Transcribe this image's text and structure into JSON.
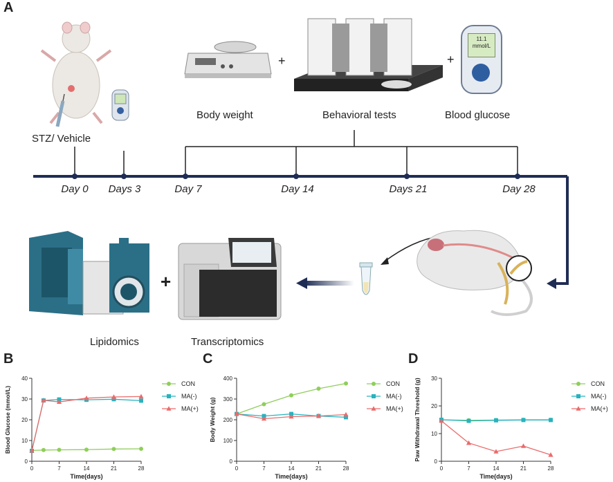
{
  "panels": {
    "a": "A",
    "b": "B",
    "c": "C",
    "d": "D"
  },
  "schematic": {
    "stz_label": "STZ/ Vehicle",
    "body_weight": "Body weight",
    "behavioral": "Behavioral tests",
    "blood_glucose": "Blood glucose",
    "glucometer_reading": "11.1",
    "glucometer_unit": "mmol/L",
    "plus": "+",
    "days": [
      "Day 0",
      "Days 3",
      "Day 7",
      "Day 14",
      "Days 21",
      "Day 28"
    ],
    "lipidomics": "Lipidomics",
    "transcriptomics": "Transcriptomics",
    "colors": {
      "timeline": "#1f2d55",
      "instrument_teal": "#2b6f87"
    }
  },
  "chart_data": [
    {
      "type": "line",
      "ylabel": "Blood Glucose (mmol/L)",
      "xlabel": "Time(days)",
      "x": [
        0,
        3,
        7,
        14,
        21,
        28
      ],
      "xticks": [
        0,
        7,
        14,
        21,
        28
      ],
      "yticks": [
        0,
        10,
        20,
        30,
        40
      ],
      "ylim": [
        0,
        40
      ],
      "xlim": [
        0,
        28
      ],
      "legend": "right",
      "series": [
        {
          "name": "CON",
          "color": "#8fce5a",
          "marker": "circle",
          "values": [
            5.2,
            5.4,
            5.5,
            5.6,
            5.9,
            6.0
          ]
        },
        {
          "name": "MA(-)",
          "color": "#27b3bf",
          "marker": "square",
          "values": [
            5.0,
            29.3,
            29.8,
            29.6,
            29.9,
            29.2
          ]
        },
        {
          "name": "MA(+)",
          "color": "#ea6b6b",
          "marker": "triangle",
          "values": [
            5.1,
            29.4,
            28.6,
            30.4,
            31.0,
            31.2
          ]
        }
      ]
    },
    {
      "type": "line",
      "ylabel": "Body Weight (g)",
      "xlabel": "Time(days)",
      "x": [
        0,
        7,
        14,
        21,
        28
      ],
      "xticks": [
        0,
        7,
        14,
        21,
        28
      ],
      "yticks": [
        0,
        100,
        200,
        300,
        400
      ],
      "ylim": [
        0,
        400
      ],
      "xlim": [
        0,
        28
      ],
      "legend": "right",
      "series": [
        {
          "name": "CON",
          "color": "#8fce5a",
          "marker": "circle",
          "values": [
            228,
            275,
            318,
            350,
            375
          ]
        },
        {
          "name": "MA(-)",
          "color": "#27b3bf",
          "marker": "square",
          "values": [
            228,
            218,
            228,
            218,
            212
          ]
        },
        {
          "name": "MA(+)",
          "color": "#ea6b6b",
          "marker": "triangle",
          "values": [
            228,
            205,
            215,
            218,
            225
          ]
        }
      ]
    },
    {
      "type": "line",
      "ylabel": "Paw Withdrawal Threshold (g)",
      "xlabel": "Time(days)",
      "x": [
        0,
        7,
        14,
        21,
        28
      ],
      "xticks": [
        0,
        7,
        14,
        21,
        28
      ],
      "yticks": [
        0,
        10,
        20,
        30
      ],
      "ylim": [
        0,
        30
      ],
      "xlim": [
        0,
        28
      ],
      "legend": "right",
      "series": [
        {
          "name": "CON",
          "color": "#8fce5a",
          "marker": "circle",
          "values": [
            15.0,
            14.8,
            14.9,
            15.0,
            15.0
          ]
        },
        {
          "name": "MA(-)",
          "color": "#27b3bf",
          "marker": "square",
          "values": [
            15.0,
            14.6,
            14.8,
            14.9,
            14.9
          ]
        },
        {
          "name": "MA(+)",
          "color": "#ea6b6b",
          "marker": "triangle",
          "values": [
            14.6,
            6.6,
            3.5,
            5.5,
            2.3
          ]
        }
      ]
    }
  ]
}
